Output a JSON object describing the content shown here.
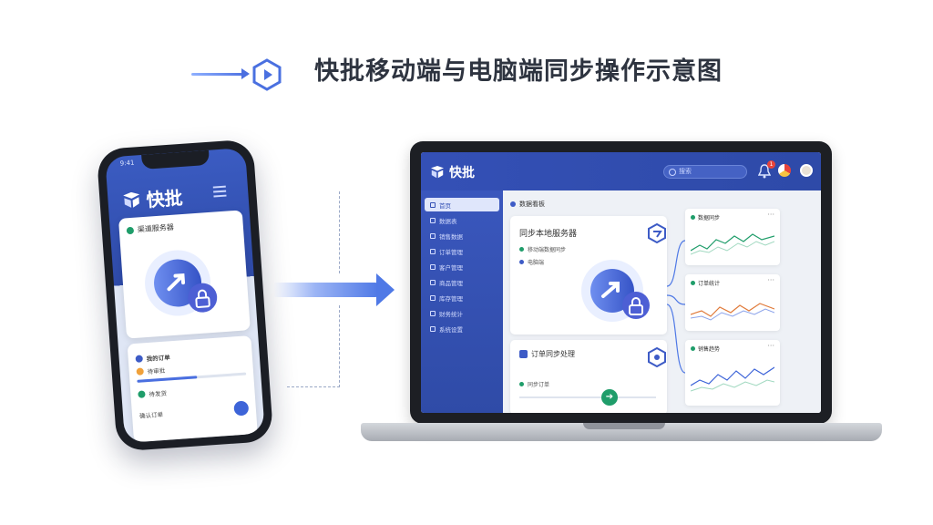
{
  "header": {
    "title": "快批移动端与电脑端同步操作示意图",
    "hex_icon": "hexagon-play-icon"
  },
  "phone": {
    "status_time": "9:41",
    "app_name": "快批",
    "card1_title": "渠道服务器",
    "card2_title": "我的订单",
    "card2_rows": [
      "待审批",
      "待发货"
    ],
    "card2_footer": "确认订单",
    "progress": 0.55
  },
  "laptop": {
    "app_name": "快批",
    "search_placeholder": "搜索",
    "notification_count": "1",
    "sidebar": [
      {
        "label": "首页",
        "active": true
      },
      {
        "label": "数据表",
        "active": false
      },
      {
        "label": "销售数据",
        "active": false
      },
      {
        "label": "订单管理",
        "active": false
      },
      {
        "label": "客户管理",
        "active": false
      },
      {
        "label": "商品管理",
        "active": false
      },
      {
        "label": "库存管理",
        "active": false
      },
      {
        "label": "财务统计",
        "active": false
      },
      {
        "label": "系统设置",
        "active": false
      }
    ],
    "content_title": "数据看板",
    "main_card_title": "同步本地服务器",
    "main_card_rows": [
      "移动端数据同步",
      "电脑端"
    ],
    "main_card2_title": "订单同步处理",
    "main_card2_row": "同步订单",
    "right_cards": [
      {
        "title": "数据同步"
      },
      {
        "title": "订单统计"
      },
      {
        "title": "销售趋势"
      }
    ]
  },
  "colors": {
    "brand_blue": "#3450b6",
    "accent_blue": "#4f79e6",
    "green": "#1f9d6a",
    "orange": "#f0a13a"
  }
}
